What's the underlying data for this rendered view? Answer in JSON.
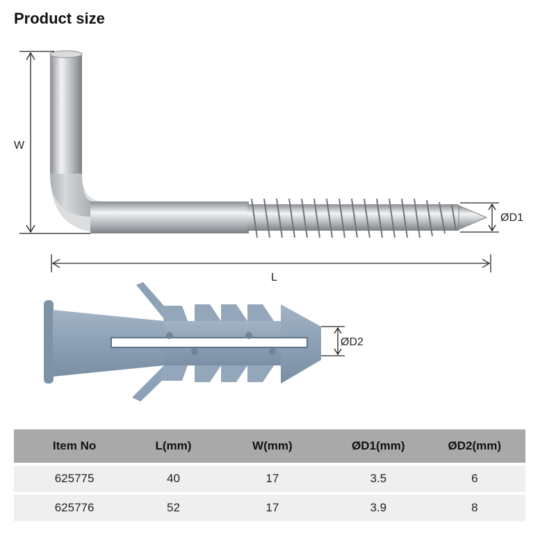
{
  "header": {
    "title": "Product size"
  },
  "dimensions": {
    "w": "W",
    "l": "L",
    "d1": "ØD1",
    "d2": "ØD2"
  },
  "table": {
    "headers": [
      "Item No",
      "L(mm)",
      "W(mm)",
      "ØD1(mm)",
      "ØD2(mm)"
    ],
    "rows": [
      [
        "625775",
        "40",
        "17",
        "3.5",
        "6"
      ],
      [
        "625776",
        "52",
        "17",
        "3.9",
        "8"
      ]
    ]
  },
  "colors": {
    "steel": "#b9bcc0",
    "anchor": "#8fa3b8",
    "header_bg": "#a9a9a9",
    "row_bg": "#efefef"
  }
}
